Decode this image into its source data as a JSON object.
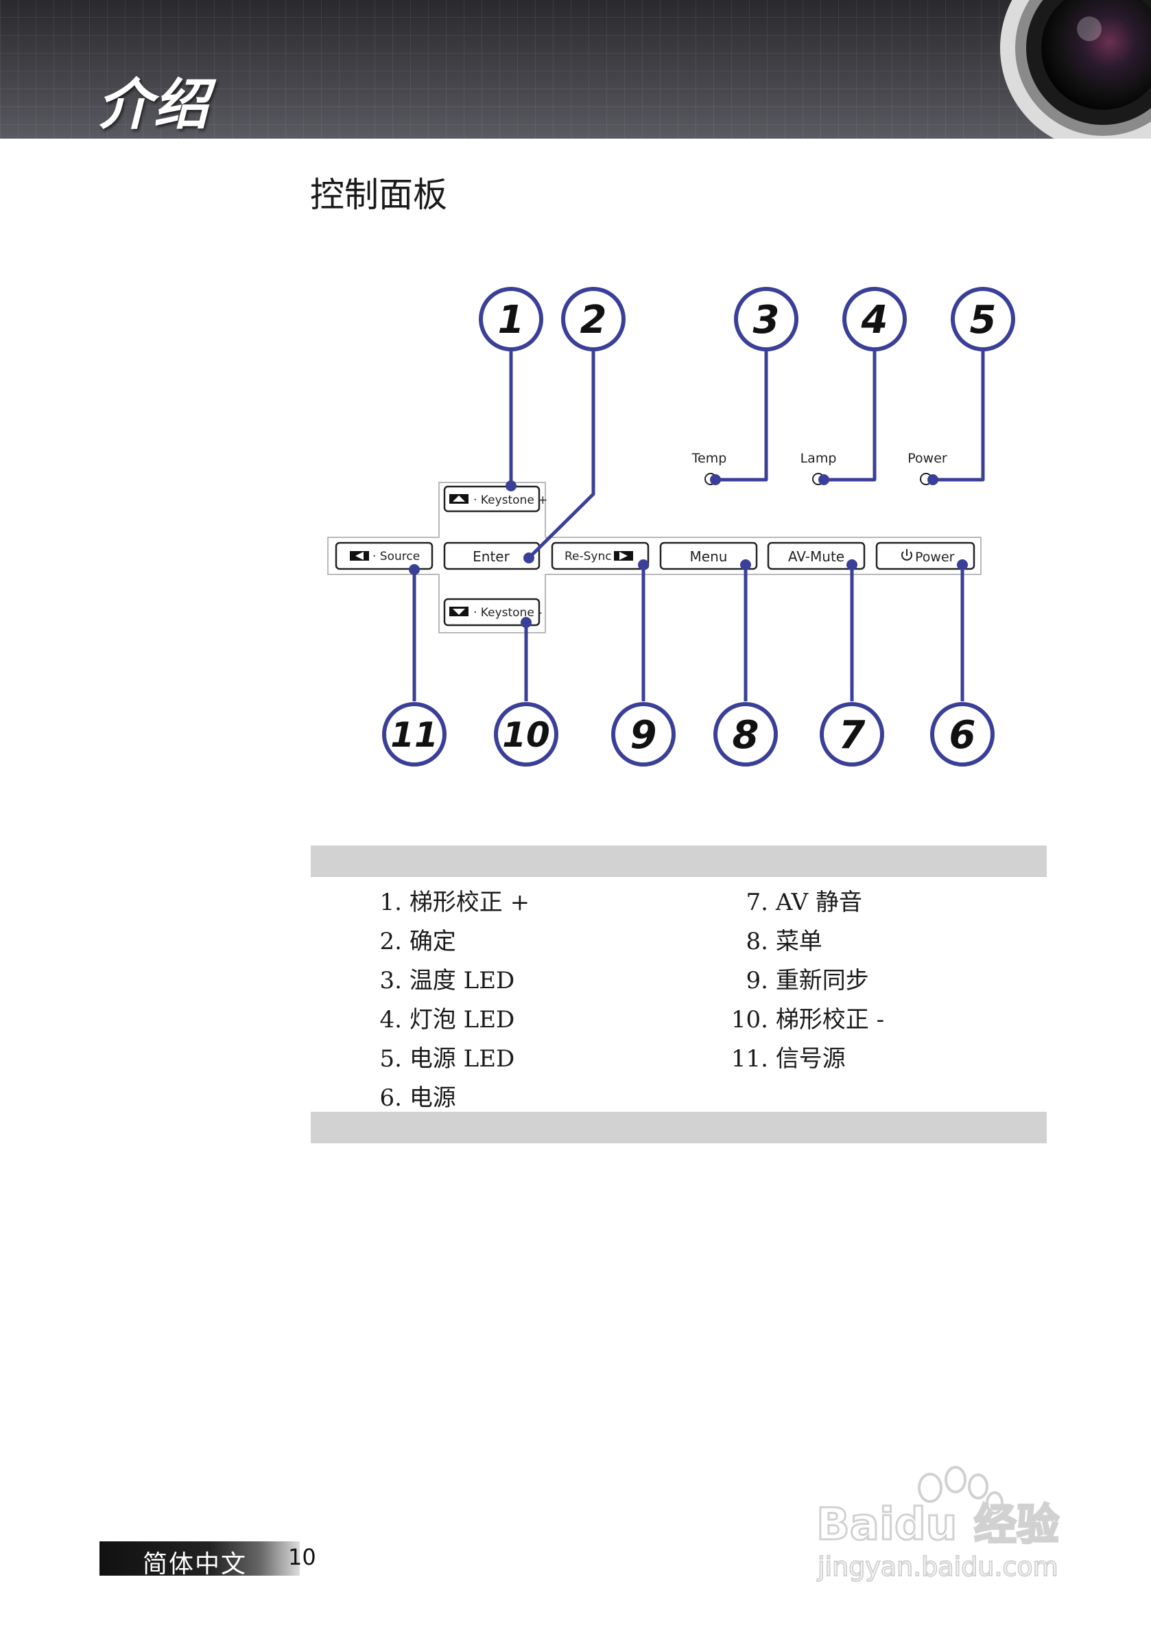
{
  "header": {
    "title": "介绍"
  },
  "section": {
    "heading": "控制面板"
  },
  "panel": {
    "buttons": {
      "keystone_plus": "· Keystone +",
      "source": "· Source",
      "enter": "Enter",
      "resync": "Re-Sync ·",
      "menu": "Menu",
      "avmute": "AV-Mute",
      "power": "Power",
      "keystone_minus": "· Keystone -"
    },
    "leds": {
      "temp": "Temp",
      "lamp": "Lamp",
      "power": "Power"
    },
    "callouts": [
      "1",
      "2",
      "3",
      "4",
      "5",
      "6",
      "7",
      "8",
      "9",
      "10",
      "11"
    ],
    "colors": {
      "callout_blue": "#3a3f98",
      "panel_line": "#222222"
    }
  },
  "legend": {
    "items": [
      {
        "num": "1.",
        "label": "梯形校正 +"
      },
      {
        "num": "2.",
        "label": "确定"
      },
      {
        "num": "3.",
        "label": "温度 LED"
      },
      {
        "num": "4.",
        "label": "灯泡 LED"
      },
      {
        "num": "5.",
        "label": "电源 LED"
      },
      {
        "num": "6.",
        "label": "电源"
      },
      {
        "num": "7.",
        "label": "AV 静音"
      },
      {
        "num": "8.",
        "label": "菜单"
      },
      {
        "num": "9.",
        "label": "重新同步"
      },
      {
        "num": "10.",
        "label": "梯形校正 -"
      },
      {
        "num": "11.",
        "label": "信号源"
      }
    ]
  },
  "footer": {
    "language": "简体中文",
    "page_number": "10"
  },
  "watermark": {
    "brand": "Baidu",
    "brand_cn": "经验",
    "url": "jingyan.baidu.com"
  }
}
